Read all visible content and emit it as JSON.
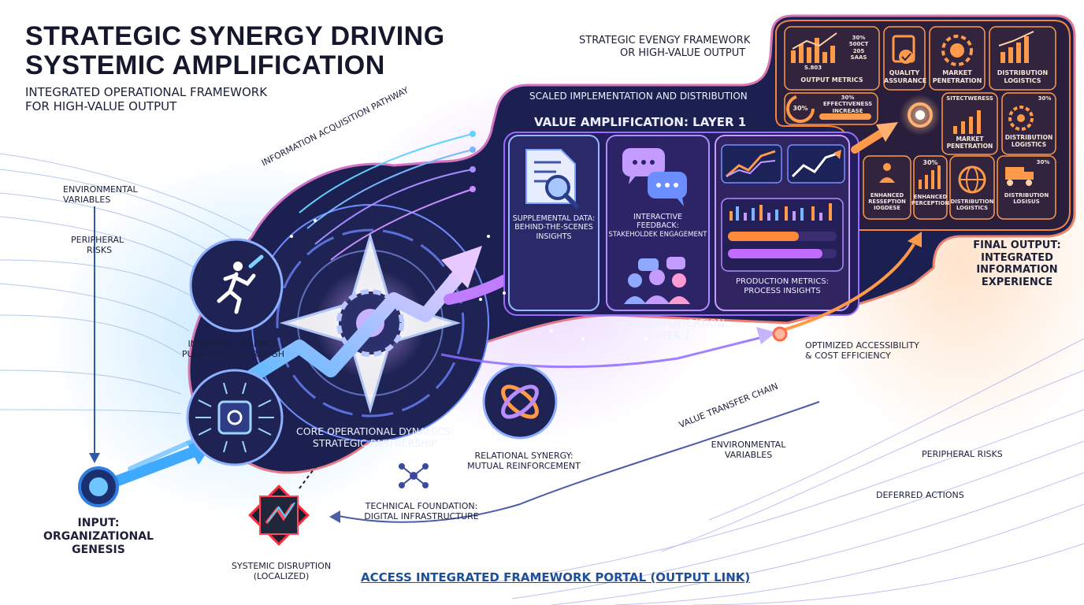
{
  "header": {
    "title_line1": "STRATEGIC SYNERGY DRIVING",
    "title_line2": "SYSTEMIC AMPLIFICATION",
    "subtitle_line1": "INTEGRATED OPERATIONAL FRAMEWORK",
    "subtitle_line2": "FOR HIGH-VALUE OUTPUT"
  },
  "top_right_caption": {
    "line1": "STRATEGIC EVENGY FRAMEWORK",
    "line2": "OR HIGH-VALUE OUTPUT"
  },
  "left_labels": {
    "env_line1": "ENVIRONMENTAL",
    "env_line2": "VARIABLES",
    "risk_line1": "PERIPHERAL",
    "risk_line2": "RISKS"
  },
  "pathway_label": "INFORMATION ACQUISITION PATHWAY",
  "nodes": {
    "agency_line1": "INDIVIDUAL AGENCY:",
    "agency_line2": "PUSH/BREAK THROUGH",
    "core_line1": "CORE OPERATIONAL DYNAMICS:",
    "core_line2": "STRATEGIC PARTNERSHIP",
    "relational_line1": "RELATIONAL SYNERGY:",
    "relational_line2": "MUTUAL REINFORCEMENT",
    "tech_line1": "TECHNICAL FOUNDATION:",
    "tech_line2": "DIGITAL INFRASTRUCTURE",
    "disruption_line1": "SYSTEMIC DISRUPTION",
    "disruption_line2": "(LOCALIZED)",
    "input_line1": "INPUT:",
    "input_line2": "ORGANIZATIONAL",
    "input_line3": "GENESIS"
  },
  "layer": {
    "scaled": "SCALED IMPLEMENTATION AND DISTRIBUTION",
    "title": "VALUE AMPLIFICATION: LAYER 1",
    "supp_line1": "SUPPLEMENTAL DATA:",
    "supp_line2": "BEHIND-THE-SCENES",
    "supp_line3": "INSIGHTS",
    "feedback_line1": "INTERACTIVE",
    "feedback_line2": "FEEDBACK:",
    "feedback_line3": "STAKEHOLDEK ENGAGEMENT",
    "production_line1": "PRODUCTION METRICS:",
    "production_line2": "PROCESS INSIGHTS",
    "bottom_line1": "VALUE AMPLIFICATION:",
    "bottom_line2": "LAYER 1"
  },
  "output_tiles": {
    "metrics": "OUTPUT METRICS",
    "metrics_v1": "30%",
    "metrics_v2": "500CT",
    "metrics_v3": "S.803",
    "metrics_v4": "205",
    "metrics_v5": "SAAS",
    "quality_line1": "QUALITY",
    "quality_line2": "ASSURANCE",
    "market_line1": "MARKET",
    "market_line2": "PENETRATION",
    "dist_line1": "DISTRIBUTION",
    "dist_line2": "LOGISTICS",
    "eff_pct": "30%",
    "eff_line1": "30% EFFECTIVENESS",
    "eff_line2": "INCREASE",
    "stitle": "SITECTWERESS",
    "market2_line1": "MARKET",
    "market2_line2": "PENETRATION",
    "dist2_pct": "30%",
    "dist2_line1": "DISTRIBUTION",
    "dist2_line2": "LOGISTICS",
    "enh1_line1": "ENHANCED",
    "enh1_line2": "RESSEPTION",
    "enh1_line3": "IOGDESE",
    "enh2_pct": "30%",
    "enh2_line1": "ENHANCED",
    "enh2_line2": "PERCEPTION",
    "dist3_line1": "DISTRIBUTION",
    "dist3_line2": "LOGISTICS",
    "dist4_pct": "30%",
    "dist4_line1": "DISTRIBUTION",
    "dist4_line2": "LOSISUS"
  },
  "final_output": {
    "line1": "FINAL OUTPUT:",
    "line2": "INTEGRATED",
    "line3": "INFORMATION",
    "line4": "EXPERIENCE"
  },
  "right_labels": {
    "access_line1": "OPTIMIZED ACCESSIBILITY",
    "access_line2": "& COST EFFICIENCY",
    "chain": "VALUE TRANSFER CHAIN",
    "env_line1": "ENVIRONMENTAL",
    "env_line2": "VARIABLES",
    "risks": "PERIPHERAL RISKS",
    "deferred": "DEFERRED ACTIONS"
  },
  "portal_link": "ACCESS INTEGRATED FRAMEWORK PORTAL (OUTPUT LINK)",
  "colors": {
    "navy": "#1a2046",
    "purple": "#7b3fd0",
    "orange": "#f07a2a",
    "cyan": "#3fc8ff"
  },
  "icons": [
    "runner-icon",
    "chip-icon",
    "gear-icon",
    "atom-icon",
    "network-icon",
    "document-search-icon",
    "chat-bubbles-icon",
    "users-icon",
    "line-chart-icon",
    "bar-chart-icon",
    "target-icon",
    "globe-icon",
    "truck-icon",
    "disruption-icon"
  ]
}
